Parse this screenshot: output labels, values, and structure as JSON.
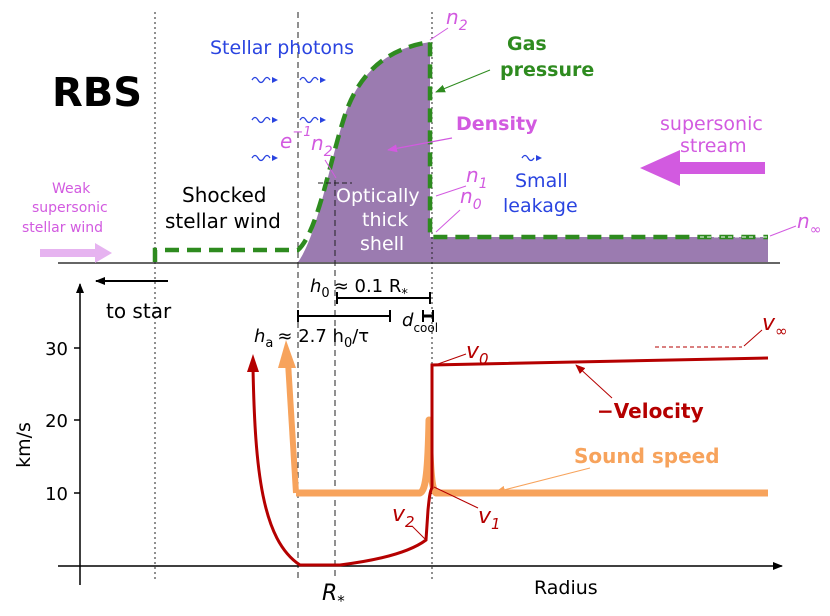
{
  "title": "RBS",
  "colors": {
    "density_fill": "#9b7bb0",
    "gas_pressure": "#2e8b1f",
    "velocity": "#b50000",
    "sound_speed": "#f7a35c",
    "photons": "#2a44e0",
    "magenta": "#d25ae0"
  },
  "labels": {
    "stellar_photons": "Stellar photons",
    "gas_pressure_l1": "Gas",
    "gas_pressure_l2": "pressure",
    "density": "Density",
    "supersonic_l1": "supersonic",
    "supersonic_l2": "stream",
    "weak_l1": "Weak",
    "weak_l2": "supersonic",
    "weak_l3": "stellar wind",
    "shocked_l1": "Shocked",
    "shocked_l2": "stellar wind",
    "shell_l1": "Optically",
    "shell_l2": "thick",
    "shell_l3": "shell",
    "small_l1": "Small",
    "small_l2": "leakage",
    "to_star": "to star",
    "h0_main": "h",
    "h0_sub": "0",
    "h0_rest": "≈ 0.1 R",
    "h0_star": "*",
    "ha_main": "h",
    "ha_sub": "a",
    "ha_mid": "≈ 2.7 h",
    "ha_sub2": "0",
    "ha_rest": "/τ",
    "d_main": "d",
    "d_sub": "cool",
    "n2_top": "n",
    "n2_top_sub": "2",
    "e_minus": "e",
    "e_minus_sup": "−1",
    "n2_mid": "n",
    "n2_mid_sub": "2",
    "n1": "n",
    "n1_sub": "1",
    "n0": "n",
    "n0_sub": "0",
    "ninf": "n",
    "ninf_sub": "∞",
    "vinf": "v",
    "vinf_sub": "∞",
    "v0": "v",
    "v0_sub": "0",
    "v1": "v",
    "v1_sub": "1",
    "v2": "v",
    "v2_sub": "2",
    "neg_velocity": "−Velocity",
    "sound_speed": "Sound speed",
    "ylabel": "km/s",
    "xlabel": "Radius",
    "rstar": "R",
    "rstar_sub": "*"
  },
  "y_ticks": [
    "30",
    "20",
    "10"
  ]
}
